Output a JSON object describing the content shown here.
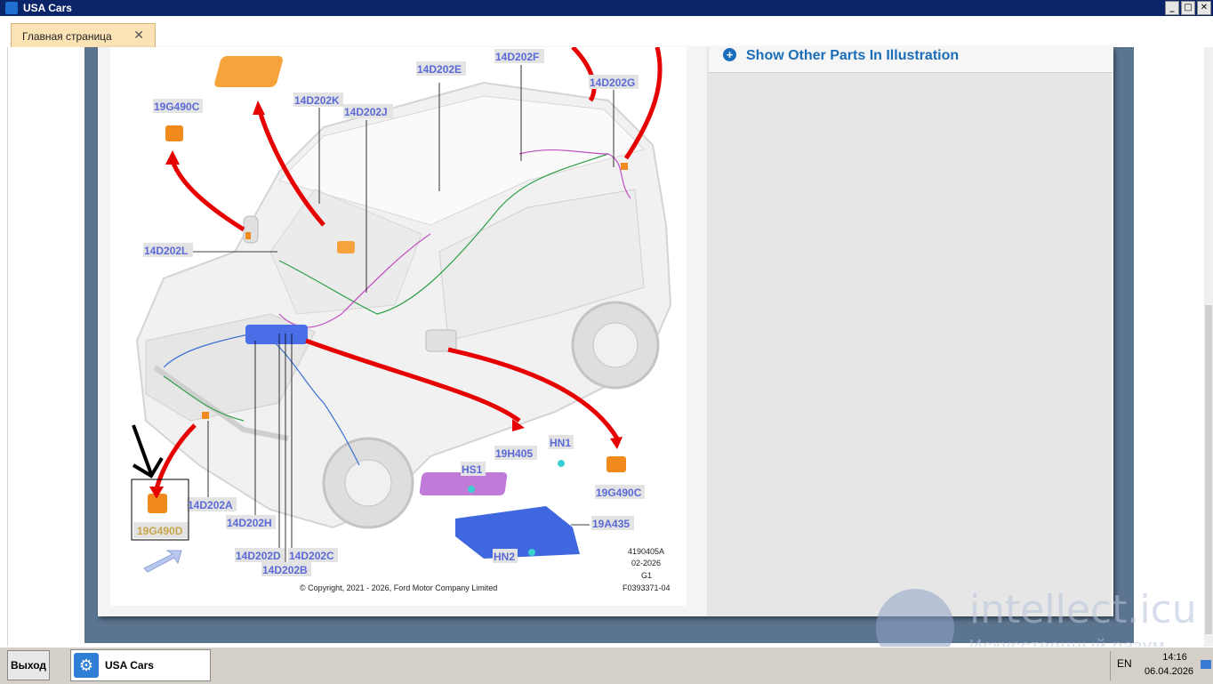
{
  "window": {
    "title": "USA Cars",
    "buttons": [
      "_",
      "□",
      "✕"
    ]
  },
  "tabs": [
    {
      "label": "Главная страница",
      "close": "✕"
    }
  ],
  "right_panel": {
    "show_other_label": "Show Other Parts In Illustration",
    "show_other_icon": "plus-circle-icon"
  },
  "diagram": {
    "labels": {
      "l1": "19G490C",
      "l2": "14D202K",
      "l3": "14D202J",
      "l4": "14D202E",
      "l5": "14D202F",
      "l6": "14D202G",
      "l7": "14D202L",
      "l8": "14D202A",
      "l9": "14D202H",
      "l10": "19G490D",
      "l11": "14D202D",
      "l12": "14D202C",
      "l13": "14D202B",
      "l14": "19H405",
      "l15": "HN1",
      "l16": "HS1",
      "l17": "19G490C",
      "l18": "19A435",
      "l19": "HN2"
    },
    "ref_codes": [
      "4190405A",
      "02-2026",
      "G1",
      "F0393371-04"
    ],
    "copyright": "© Copyright, 2021 - 2026, Ford Motor Company Limited"
  },
  "watermark": {
    "brand": "intellect.icu",
    "sub": "Искусственный разум"
  },
  "taskbar": {
    "exit_label": "Выход",
    "task_label": "USA Cars",
    "lang": "EN",
    "time": "14:16",
    "date": "06.04.2026"
  },
  "colors": {
    "titlebar": "#0a246a",
    "tab": "#fbe3b5",
    "frame": "#5b7590",
    "accent_link": "#1a6db8",
    "callout": "#5b6ad6",
    "arrow_red": "#e60000",
    "part_orange": "#f08a1c"
  }
}
